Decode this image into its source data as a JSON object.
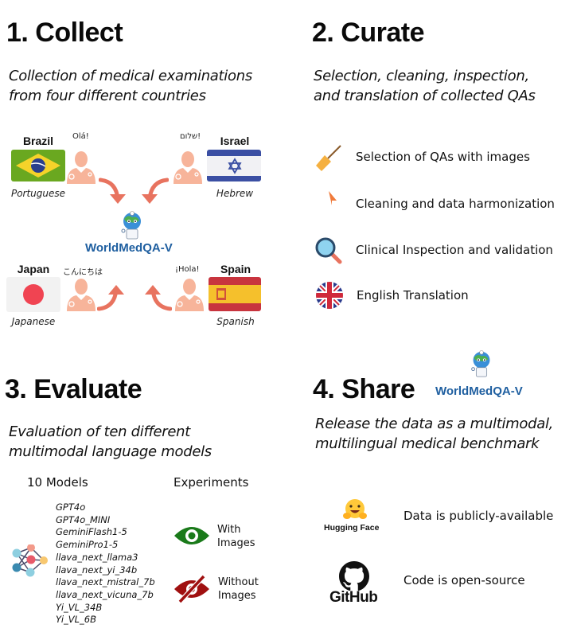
{
  "sections": {
    "collect": {
      "title": "1. Collect",
      "subtitle_line1": "Collection of medical examinations",
      "subtitle_line2": "from four different countries",
      "center_label": "WorldMedQA-V",
      "countries": [
        {
          "name": "Brazil",
          "language": "Portuguese",
          "greeting": "Olá!"
        },
        {
          "name": "Israel",
          "language": "Hebrew",
          "greeting": "שלום!"
        },
        {
          "name": "Japan",
          "language": "Japanese",
          "greeting": "こんにちは"
        },
        {
          "name": "Spain",
          "language": "Spanish",
          "greeting": "¡Hola!"
        }
      ]
    },
    "curate": {
      "title": "2. Curate",
      "subtitle_line1": "Selection, cleaning, inspection,",
      "subtitle_line2": "and translation of collected QAs",
      "steps": [
        {
          "icon": "broom-icon",
          "label": "Selection of QAs with images"
        },
        {
          "icon": "merge-arrow-icon",
          "label": "Cleaning and data harmonization"
        },
        {
          "icon": "magnifier-icon",
          "label": "Clinical Inspection and validation"
        },
        {
          "icon": "uk-flag-icon",
          "label": "English Translation"
        }
      ]
    },
    "evaluate": {
      "title": "3. Evaluate",
      "subtitle_line1": "Evaluation of ten different",
      "subtitle_line2": "multimodal language models",
      "models_header": "10 Models",
      "experiments_header": "Experiments",
      "models": [
        "GPT4o",
        "GPT4o_MINI",
        "GeminiFlash1-5",
        "GeminiPro1-5",
        "llava_next_llama3",
        "llava_next_yi_34b",
        "llava_next_mistral_7b",
        "llava_next_vicuna_7b",
        "Yi_VL_34B",
        "Yi_VL_6B"
      ],
      "experiments": [
        {
          "line1": "With",
          "line2": "Images",
          "color": "#1a7a1a"
        },
        {
          "line1": "Without",
          "line2": "Images",
          "color": "#a01010"
        }
      ]
    },
    "share": {
      "title": "4. Share",
      "brand": "WorldMedQA-V",
      "subtitle_line1": "Release the data as a multimodal,",
      "subtitle_line2": "multilingual medical benchmark",
      "items": [
        {
          "logo_text": "Hugging Face",
          "label": "Data is publicly-available"
        },
        {
          "logo_text": "GitHub",
          "label": "Code is open-source"
        }
      ]
    }
  },
  "colors": {
    "brand_blue": "#1f5fa0",
    "doctor_peach": "#f7b49a",
    "arrow_coral": "#e8735f"
  }
}
